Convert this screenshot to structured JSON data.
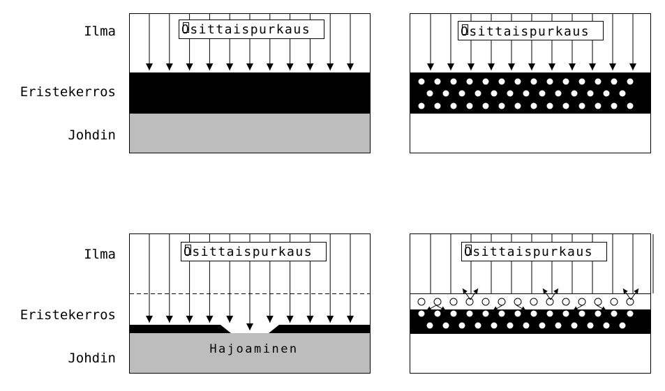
{
  "labels": {
    "air": "Ilma",
    "insulation": "Eristekerros",
    "conductor": "Johdin",
    "partial_discharge": "Osittaispurkaus",
    "degradation": "Hajoaminen"
  },
  "colors": {
    "insulation": "#000000",
    "conductor": "#bdbdbd",
    "outline": "#000000",
    "background": "#ffffff"
  }
}
